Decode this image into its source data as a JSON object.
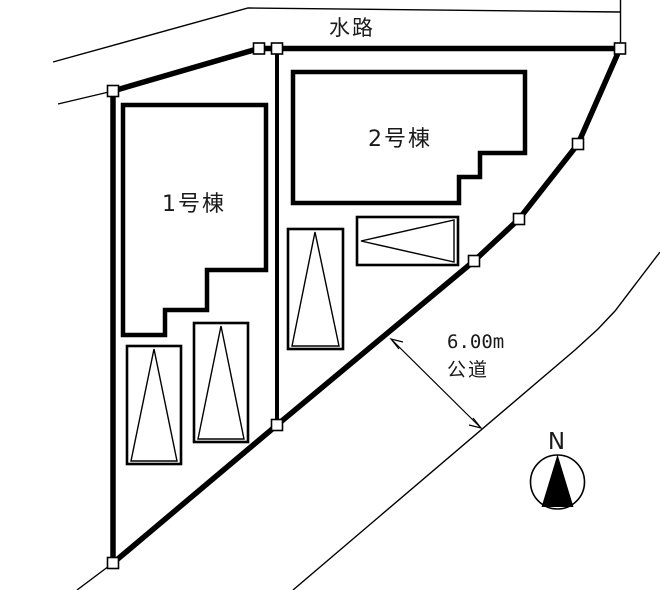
{
  "diagram": {
    "waterway": {
      "label": "水路"
    },
    "buildings": [
      {
        "label": "1号棟"
      },
      {
        "label": "2号棟"
      }
    ],
    "road": {
      "width_label": "6.00m",
      "type_label": "公道"
    },
    "compass": {
      "north_label": "N"
    },
    "parking_space_count": 4,
    "boundary_marker_count": 9,
    "colors": {
      "line": "#000000",
      "background": "#ffffff",
      "marker_fill": "#ffffff",
      "needle_fill": "#000000"
    }
  }
}
